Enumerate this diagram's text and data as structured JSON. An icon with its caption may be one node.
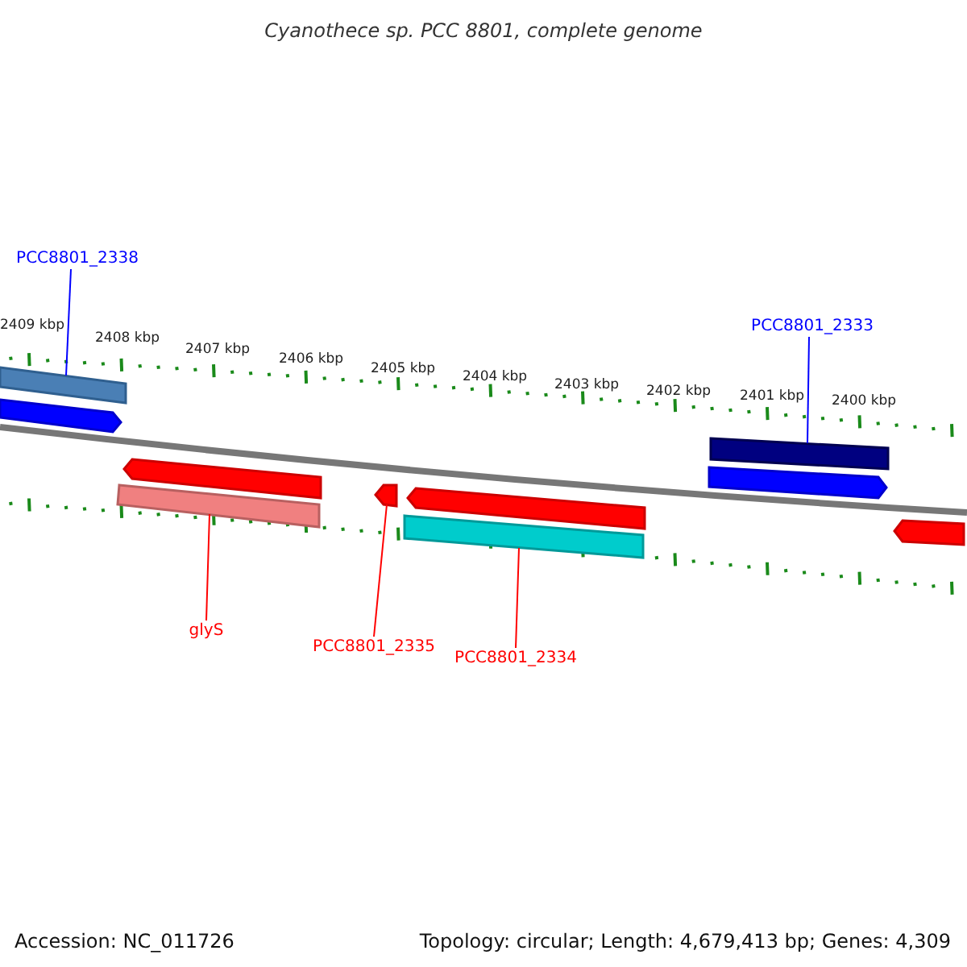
{
  "diagram": {
    "title": "Cyanothece sp. PCC 8801, complete genome",
    "nodes": [
      {
        "text": [
          "PCC8801_2338"
        ]
      },
      {
        "text": [
          "PCC8801_2333"
        ]
      },
      {
        "text": [
          "glyS"
        ]
      },
      {
        "text": [
          "PCC8801_2335"
        ]
      },
      {
        "text": [
          "PCC8801_2334"
        ]
      },
      {
        "text": [],
        "shape": "bar"
      },
      {
        "text": [],
        "shape": "pentagon"
      },
      {
        "text": [],
        "shape": "pentagon"
      },
      {
        "text": [],
        "shape": "bar"
      },
      {
        "text": [],
        "shape": "pentagon"
      },
      {
        "text": [],
        "shape": "pentagon"
      },
      {
        "text": [],
        "shape": "bar"
      },
      {
        "text": [],
        "shape": "bar"
      },
      {
        "text": [],
        "shape": "pentagon"
      },
      {
        "text": [],
        "shape": "pentagon"
      }
    ],
    "edges": [
      {
        "from": 0,
        "to": 5,
        "arrow": "none",
        "color": "#0000ff"
      },
      {
        "from": 1,
        "to": 12,
        "arrow": "none",
        "color": "#0000ff"
      },
      {
        "from": 2,
        "to": 8,
        "arrow": "none"
      },
      {
        "from": 3,
        "to": 9,
        "arrow": "none"
      },
      {
        "from": 4,
        "to": 11,
        "arrow": "none"
      }
    ],
    "labels": [
      "2409 kbp",
      "2408 kbp",
      "2407 kbp",
      "2406 kbp",
      "2405 kbp",
      "2404 kbp",
      "2403 kbp",
      "2402 kbp",
      "2401 kbp",
      "2400 kbp",
      "Accession: NC_011726",
      "Topology: circular; Length: 4,679,413 bp; Genes: 4,309"
    ]
  }
}
